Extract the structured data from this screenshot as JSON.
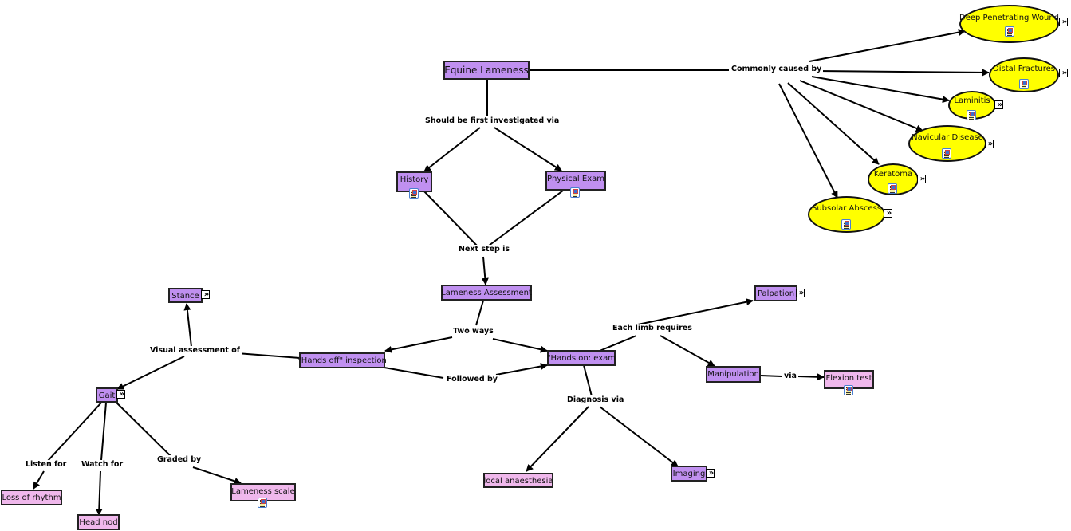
{
  "diagram": {
    "title": "Equine Lameness",
    "colors": {
      "concept_purple": "#c090f0",
      "concept_pink": "#f0b8ec",
      "concept_yellow": "#ffff00",
      "border": "#222222",
      "link": "#000000"
    },
    "concepts": {
      "equine_lameness": {
        "label": "Equine Lameness"
      },
      "history": {
        "label": "History",
        "has_resource": true
      },
      "physical_exam": {
        "label": "Physical Exam",
        "has_resource": true
      },
      "lameness_assessment": {
        "label": "Lameness Assessment"
      },
      "hands_off": {
        "label": "\"Hands off\" inspection"
      },
      "hands_on": {
        "label": "\"Hands on: exam"
      },
      "stance": {
        "label": "Stance",
        "has_submap": true
      },
      "gait": {
        "label": "Gait",
        "has_submap": true
      },
      "loss_of_rhythm": {
        "label": "Loss of rhythm"
      },
      "head_nod": {
        "label": "Head nod"
      },
      "lameness_scale": {
        "label": "Lameness scale",
        "has_resource": true
      },
      "palpation": {
        "label": "Palpation",
        "has_submap": true
      },
      "manipulation": {
        "label": "Manipulation"
      },
      "flexion_test": {
        "label": "Flexion test",
        "has_resource": true
      },
      "local_anaesthesia": {
        "label": "local anaesthesia"
      },
      "imaging": {
        "label": "Imaging",
        "has_submap": true
      },
      "deep_penetrating_wound": {
        "label": "Deep Penetrating Wound",
        "has_resource": true,
        "has_submap": true
      },
      "distal_fractures": {
        "label": "Distal Fractures",
        "has_resource": true,
        "has_submap": true
      },
      "laminitis": {
        "label": "Laminitis",
        "has_resource": true,
        "has_submap": true
      },
      "navicular_disease": {
        "label": "Navicular Disease",
        "has_resource": true,
        "has_submap": true
      },
      "keratoma": {
        "label": "Keratoma",
        "has_resource": true,
        "has_submap": true
      },
      "subsolar_abscess": {
        "label": "Subsolar Abscess",
        "has_resource": true,
        "has_submap": true
      }
    },
    "linking_phrases": {
      "commonly_caused_by": "Commonly caused by",
      "first_investigated_via": "Should be first investigated via",
      "next_step_is": "Next step is",
      "two_ways": "Two ways",
      "followed_by": "Followed by",
      "visual_assessment_of": "Visual assessment of",
      "each_limb_requires": "Each limb requires",
      "via": "via",
      "diagnosis_via": "Diagnosis via",
      "listen_for": "Listen for",
      "watch_for": "Watch for",
      "graded_by": "Graded by"
    },
    "relationships": [
      {
        "from": "Equine Lameness",
        "phrase": "Commonly caused by",
        "to": [
          "Deep Penetrating Wound",
          "Distal Fractures",
          "Laminitis",
          "Navicular Disease",
          "Keratoma",
          "Subsolar Abscess"
        ]
      },
      {
        "from": "Equine Lameness",
        "phrase": "Should be first investigated via",
        "to": [
          "History",
          "Physical Exam"
        ]
      },
      {
        "from": "History / Physical Exam",
        "phrase": "Next step is",
        "to": [
          "Lameness Assessment"
        ]
      },
      {
        "from": "Lameness Assessment",
        "phrase": "Two ways",
        "to": [
          "\"Hands off\" inspection",
          "\"Hands on: exam"
        ]
      },
      {
        "from": "\"Hands off\" inspection",
        "phrase": "Followed by",
        "to": [
          "\"Hands on: exam"
        ]
      },
      {
        "from": "\"Hands off\" inspection",
        "phrase": "Visual assessment of",
        "to": [
          "Stance",
          "Gait"
        ]
      },
      {
        "from": "\"Hands on: exam",
        "phrase": "Each limb requires",
        "to": [
          "Palpation",
          "Manipulation"
        ]
      },
      {
        "from": "Manipulation",
        "phrase": "via",
        "to": [
          "Flexion test"
        ]
      },
      {
        "from": "\"Hands on: exam",
        "phrase": "Diagnosis via",
        "to": [
          "local anaesthesia",
          "Imaging"
        ]
      },
      {
        "from": "Gait",
        "phrase": "Listen for",
        "to": [
          "Loss of rhythm"
        ]
      },
      {
        "from": "Gait",
        "phrase": "Watch for",
        "to": [
          "Head nod"
        ]
      },
      {
        "from": "Gait",
        "phrase": "Graded by",
        "to": [
          "Lameness scale"
        ]
      }
    ],
    "icons": {
      "resource": "document-image-icon",
      "submap": "double-chevron-right-icon",
      "submap_glyph": "»"
    }
  }
}
